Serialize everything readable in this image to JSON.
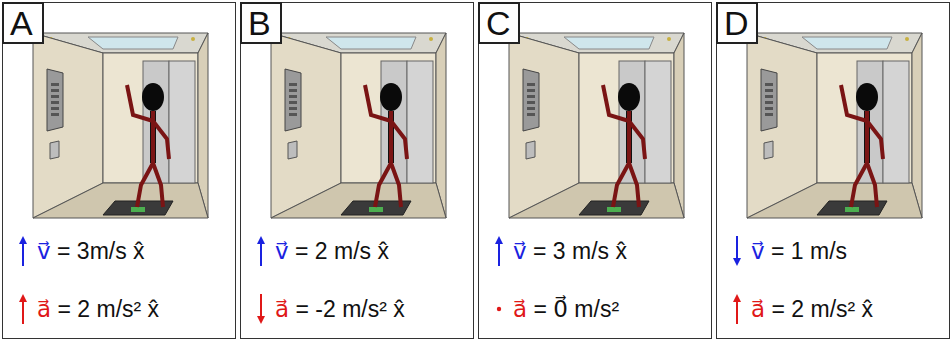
{
  "diagram": {
    "nodes": [
      {
        "text": [
          "v⃗ = 3m/s x̂",
          "a⃗ = 2 m/s² x̂"
        ]
      },
      {
        "text": [
          "A"
        ],
        "in": 0
      },
      {
        "text": [
          "v⃗ = 2 m/s x̂",
          "a⃗ = -2 m/s² x̂"
        ]
      },
      {
        "text": [
          "B"
        ],
        "in": 2
      },
      {
        "text": [
          "v⃗ = 3 m/s x̂",
          "a⃗ = 0⃗ m/s²"
        ]
      },
      {
        "text": [
          "C"
        ],
        "in": 4
      },
      {
        "text": [
          "v⃗ = 1 m/s",
          "a⃗ = 2 m/s² x̂"
        ]
      },
      {
        "text": [
          "D"
        ],
        "in": 6
      }
    ]
  }
}
